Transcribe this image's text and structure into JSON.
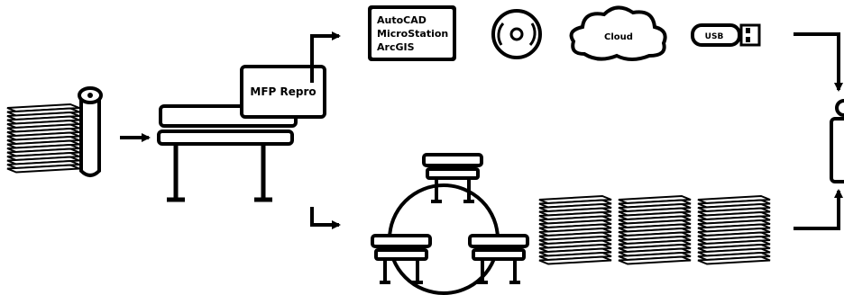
{
  "nodes": {
    "software_box": {
      "lines": [
        "AutoCAD",
        "MicroStation",
        "ArcGIS"
      ]
    },
    "scanner": {
      "label": "MFP Repro"
    },
    "cloud": {
      "label": "Cloud"
    },
    "usb": {
      "label": "USB"
    }
  },
  "colors": {
    "ink": "#000000",
    "background": "#ffffff"
  }
}
